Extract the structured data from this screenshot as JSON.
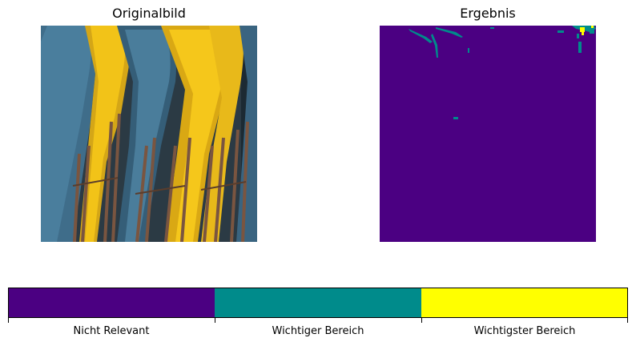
{
  "panels": {
    "original": {
      "title": "Originalbild",
      "image_icon": "photo-of-stacked-blue-and-yellow-folding-chairs-icon"
    },
    "result": {
      "title": "Ergebnis",
      "image_icon": "segmentation-mask-icon"
    }
  },
  "colorbar": {
    "classes": [
      {
        "label": "Nicht Relevant",
        "color": "#4b0082"
      },
      {
        "label": "Wichtiger Bereich",
        "color": "#008b8b"
      },
      {
        "label": "Wichtigster Bereich",
        "color": "#ffff00"
      }
    ]
  }
}
